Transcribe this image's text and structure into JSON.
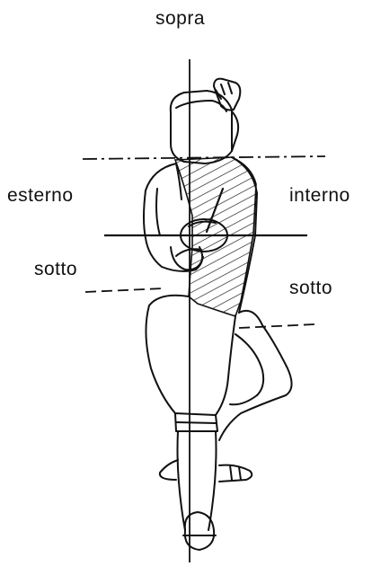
{
  "labels": {
    "top": "sopra",
    "left": "esterno",
    "right": "interno",
    "left_low": "sotto",
    "right_low": "sotto"
  },
  "colors": {
    "ink": "#111111",
    "background": "#ffffff"
  }
}
